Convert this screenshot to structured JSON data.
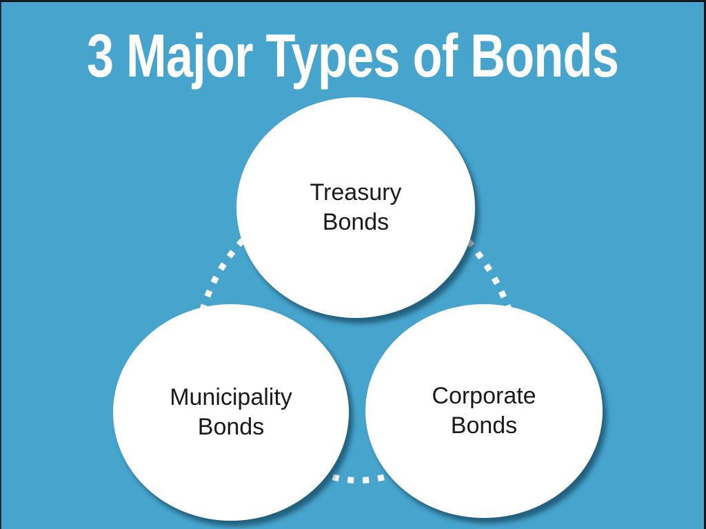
{
  "title": "3 Major Types of Bonds",
  "nodes": [
    {
      "name": "Treasury Bonds",
      "line1": "Treasury",
      "line2": "Bonds"
    },
    {
      "name": "Municipality Bonds",
      "line1": "Municipality",
      "line2": "Bonds"
    },
    {
      "name": "Corporate Bonds",
      "line1": "Corporate",
      "line2": "Bonds"
    }
  ],
  "style": {
    "background_color": "#46a4cd",
    "title_color": "#ffffff",
    "node_fill": "#ffffff",
    "node_text_color": "#1a1a1a",
    "connector_color": "#ffffff",
    "connector_style": "dotted"
  }
}
